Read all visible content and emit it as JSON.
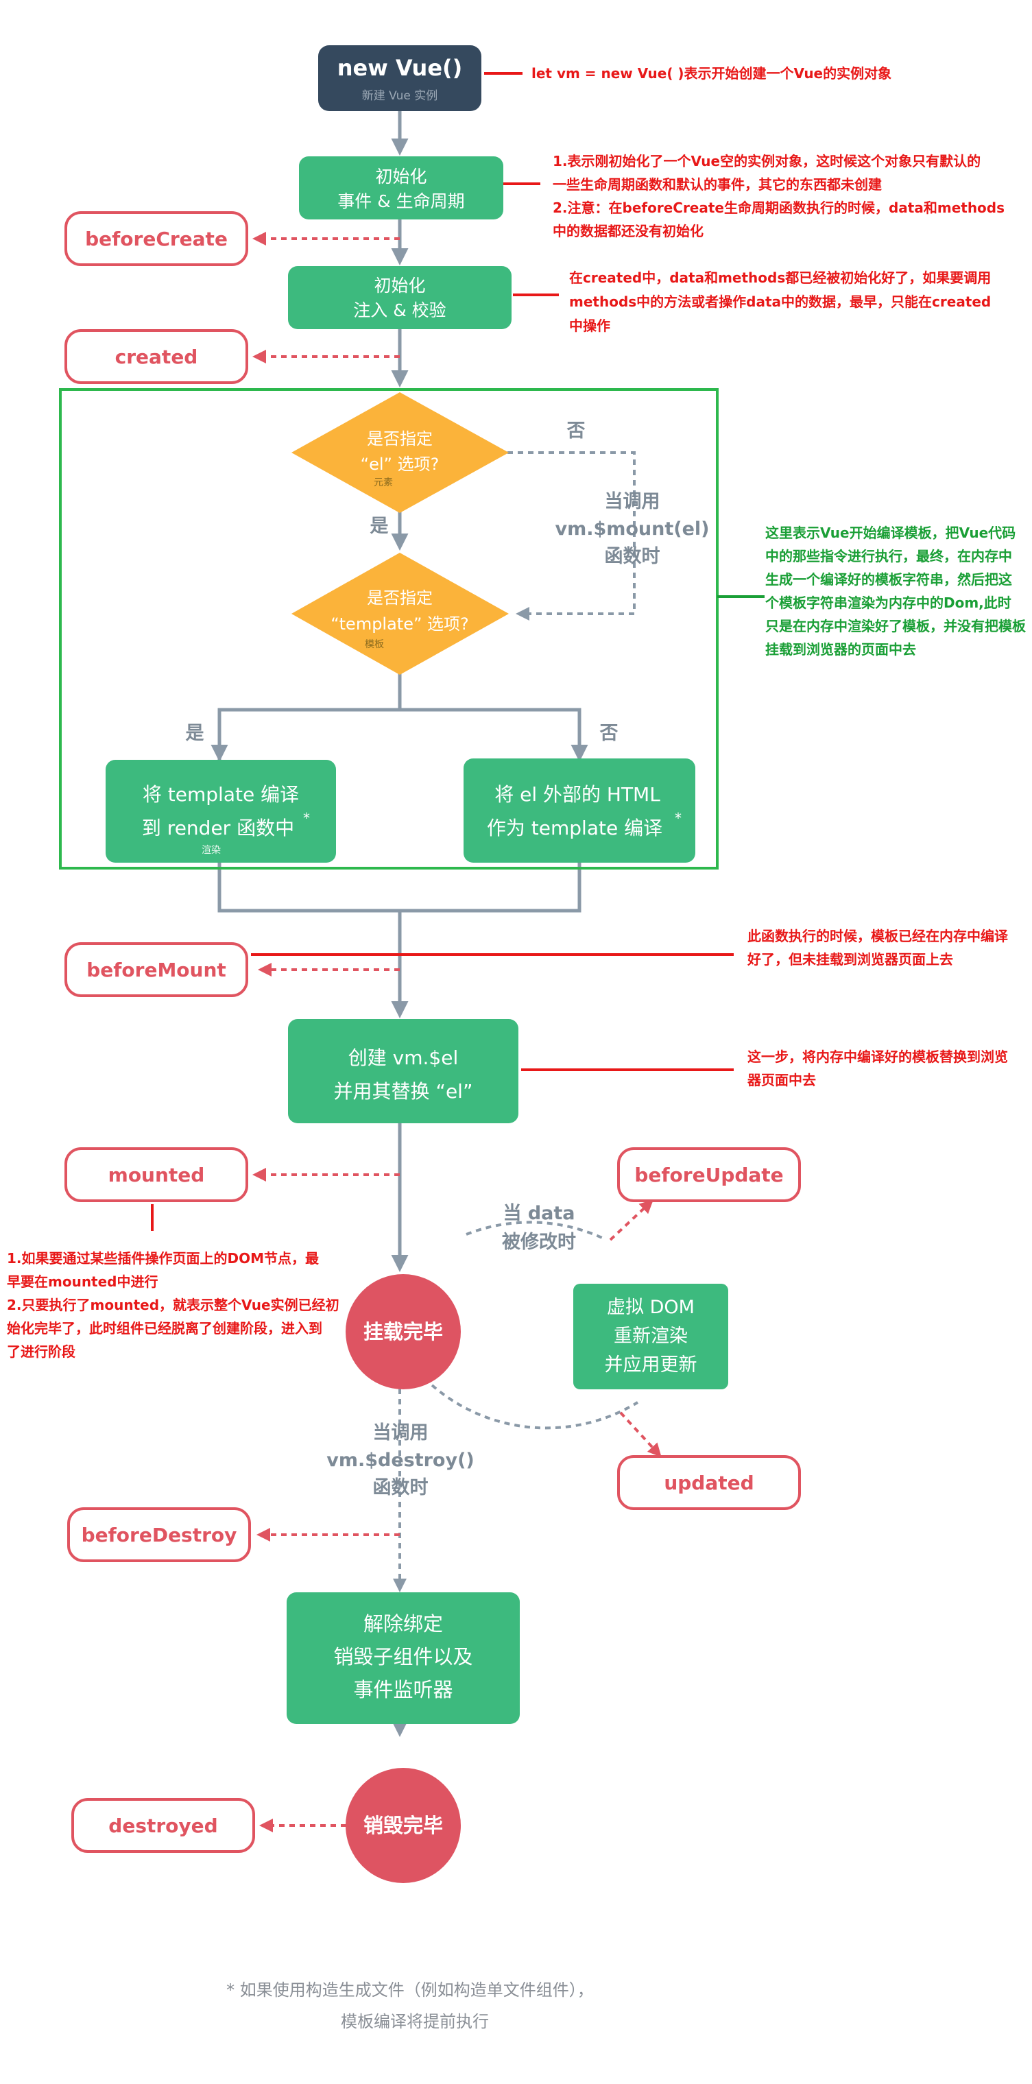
{
  "nodes": {
    "new_vue": {
      "title": "new Vue()",
      "subtitle": "新建 Vue 实例"
    },
    "init_events": {
      "line1": "初始化",
      "line2": "事件 & 生命周期"
    },
    "init_inject": {
      "line1": "初始化",
      "line2": "注入 & 校验"
    },
    "decision_el": {
      "line1": "是否指定",
      "line2": "“el” 选项?",
      "tag": "元素"
    },
    "decision_template": {
      "line1": "是否指定",
      "line2": "“template” 选项?",
      "tag": "模板"
    },
    "compile_template": {
      "line1": "将 template 编译",
      "line2": "到 render 函数中",
      "star": "*",
      "tag": "渲染"
    },
    "compile_outer": {
      "line1": "将 el 外部的 HTML",
      "line2": "作为 template 编译",
      "star": "*"
    },
    "create_el": {
      "line1": "创建  vm.$el",
      "line2": "并用其替换 “el”"
    },
    "mounted_circle": {
      "label": "挂载完毕"
    },
    "virtual_dom": {
      "line1": "虚拟 DOM",
      "line2": "重新渲染",
      "line3": "并应用更新"
    },
    "teardown": {
      "line1": "解除绑定",
      "line2": "销毁子组件以及",
      "line3": "事件监听器"
    },
    "destroyed_circle": {
      "label": "销毁完毕"
    }
  },
  "labels": {
    "no_el": "否",
    "yes_el": "是",
    "when_mount_1": "当调用",
    "when_mount_2": "vm.$mount(el)",
    "when_mount_3": "函数时",
    "yes_template": "是",
    "no_template": "否",
    "data_changed_1": "当 data",
    "data_changed_2": "被修改时",
    "when_destroy_1": "当调用",
    "when_destroy_2": "vm.$destroy()",
    "when_destroy_3": "函数时"
  },
  "hooks": {
    "beforeCreate": "beforeCreate",
    "created": "created",
    "beforeMount": "beforeMount",
    "mounted": "mounted",
    "beforeUpdate": "beforeUpdate",
    "updated": "updated",
    "beforeDestroy": "beforeDestroy",
    "destroyed": "destroyed"
  },
  "notes": {
    "new_vue": [
      "let vm = new Vue( )表示开始创建一个Vue的实例对象"
    ],
    "before_create": [
      "1.表示刚初始化了一个Vue空的实例对象，这时候这个对象只有默认的",
      "一些生命周期函数和默认的事件，其它的东西都未创建",
      "2.注意：在beforeCreate生命周期函数执行的时候，data和methods",
      "中的数据都还没有初始化"
    ],
    "created": [
      "在created中，data和methods都已经被初始化好了，如果要调用",
      "methods中的方法或者操作data中的数据，最早，只能在created",
      "中操作"
    ],
    "compile": [
      "这里表示Vue开始编译模板，把Vue代码",
      "中的那些指令进行执行，最终，在内存中",
      "生成一个编译好的模板字符串，然后把这",
      "个模板字符串渲染为内存中的Dom,此时",
      "只是在内存中渲染好了模板，并没有把模板",
      "挂载到浏览器的页面中去"
    ],
    "before_mount": [
      "此函数执行的时候，模板已经在内存中编译",
      "好了，但未挂载到浏览器页面上去"
    ],
    "create_el": [
      "这一步，将内存中编译好的模板替换到浏览",
      "器页面中去"
    ],
    "mounted": [
      "1.如果要通过某些插件操作页面上的DOM节点，最",
      "早要在mounted中进行",
      "2.只要执行了mounted，就表示整个Vue实例已经初",
      "始化完毕了，此时组件已经脱离了创建阶段，进入到",
      "了进行阶段"
    ]
  },
  "footnote": {
    "line1": "* 如果使用构造生成文件（例如构造单文件组件），",
    "line2": "模板编译将提前执行"
  },
  "colors": {
    "dark_node": "#35495e",
    "green_node": "#3dba7e",
    "decision": "#fbb33a",
    "hook_red": "#e05460",
    "circle_red": "#de5462",
    "note_red": "#e81818",
    "note_green": "#1a9f36",
    "connector": "#8a99a7"
  }
}
